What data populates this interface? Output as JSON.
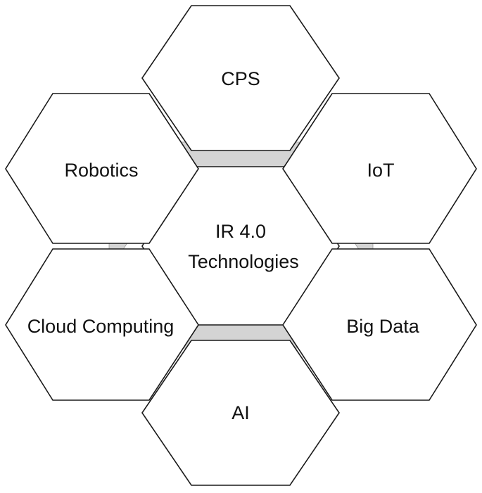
{
  "center": {
    "line1": "IR 4.0",
    "line2": "Technologies"
  },
  "nodes": {
    "cps": "CPS",
    "robotics": "Robotics",
    "iot": "IoT",
    "cloud_computing": "Cloud Computing",
    "big_data": "Big Data",
    "ai": "AI"
  },
  "colors": {
    "outline": "#1a1a1a",
    "connector": "#d4d4d4"
  }
}
